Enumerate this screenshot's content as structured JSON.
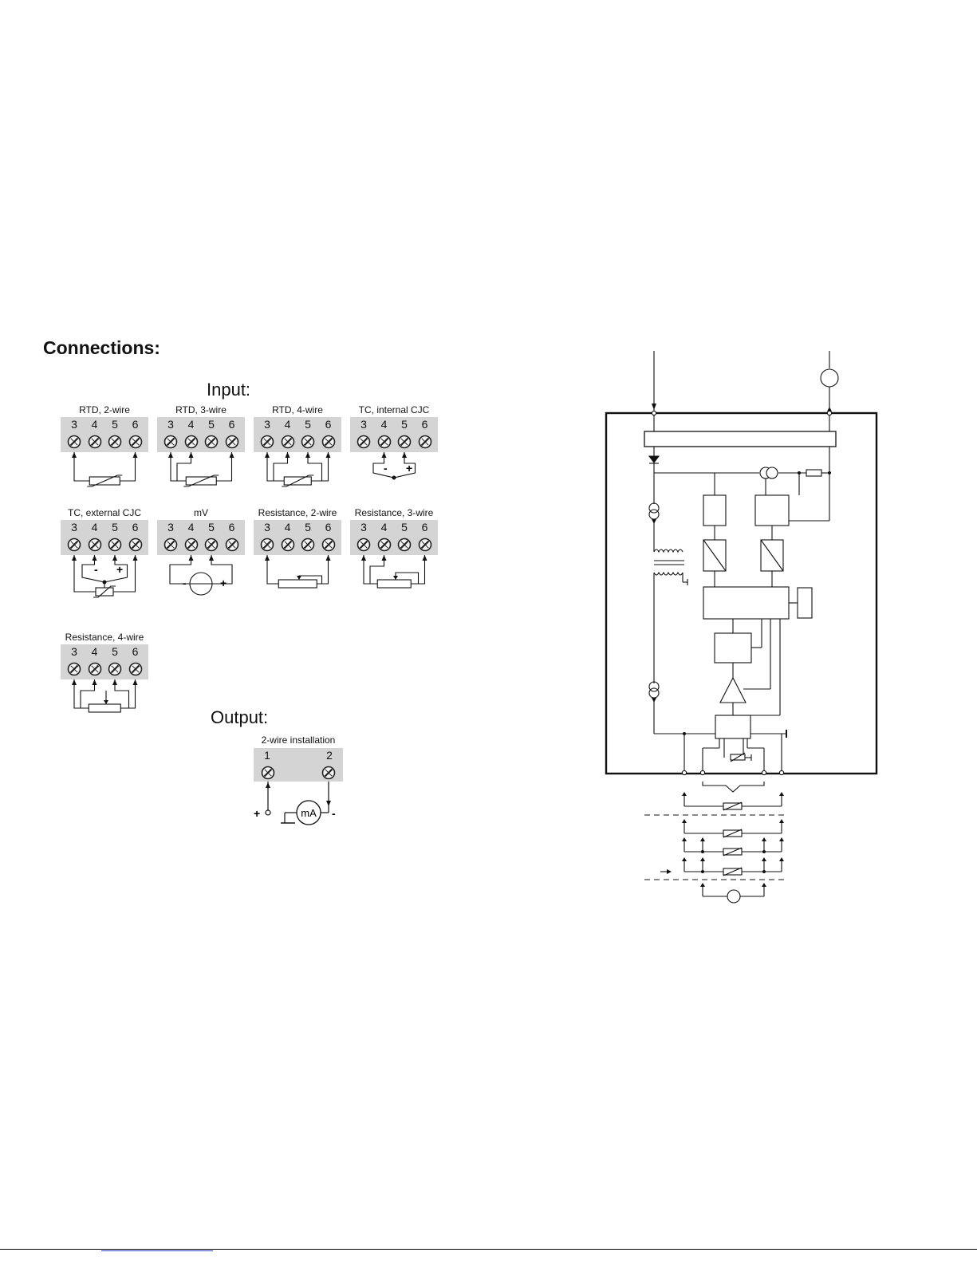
{
  "page": {
    "title": "Connections:"
  },
  "input": {
    "heading": "Input:",
    "configurations": [
      {
        "label": "RTD, 2-wire",
        "terminals": [
          "3",
          "4",
          "5",
          "6"
        ]
      },
      {
        "label": "RTD, 3-wire",
        "terminals": [
          "3",
          "4",
          "5",
          "6"
        ]
      },
      {
        "label": "RTD, 4-wire",
        "terminals": [
          "3",
          "4",
          "5",
          "6"
        ]
      },
      {
        "label": "TC, internal CJC",
        "terminals": [
          "3",
          "4",
          "5",
          "6"
        ],
        "polarity": [
          "-",
          "+"
        ]
      },
      {
        "label": "TC, external CJC",
        "terminals": [
          "3",
          "4",
          "5",
          "6"
        ],
        "polarity": [
          "-",
          "+"
        ]
      },
      {
        "label": "mV",
        "terminals": [
          "3",
          "4",
          "5",
          "6"
        ],
        "polarity": [
          "-",
          "+"
        ]
      },
      {
        "label": "Resistance, 2-wire",
        "terminals": [
          "3",
          "4",
          "5",
          "6"
        ]
      },
      {
        "label": "Resistance, 3-wire",
        "terminals": [
          "3",
          "4",
          "5",
          "6"
        ]
      },
      {
        "label": "Resistance, 4-wire",
        "terminals": [
          "3",
          "4",
          "5",
          "6"
        ]
      }
    ]
  },
  "output": {
    "heading": "Output:",
    "label": "2-wire installation",
    "terminals": [
      "1",
      "2"
    ],
    "plus": "+",
    "minus": "-",
    "meter": "mA"
  }
}
